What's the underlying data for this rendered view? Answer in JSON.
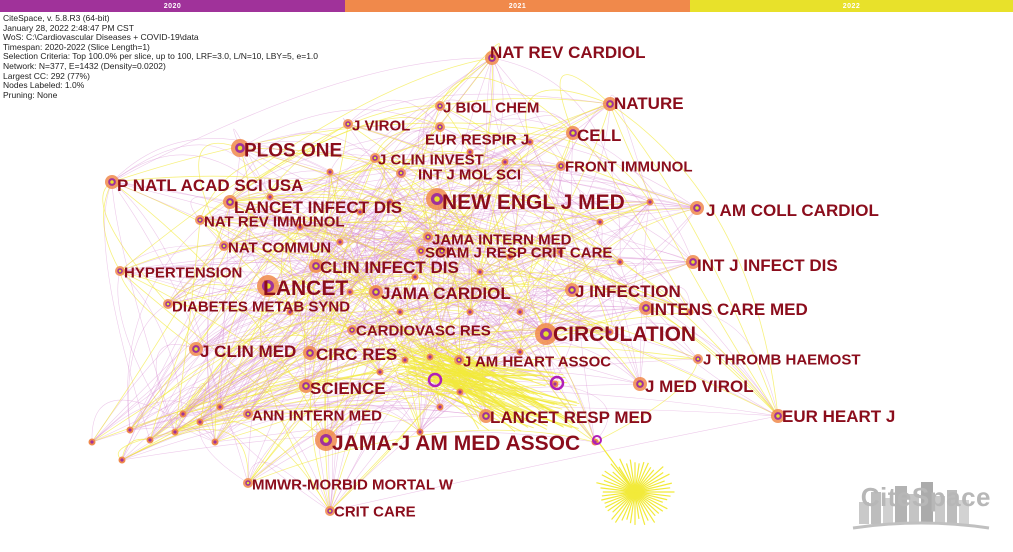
{
  "timeline": {
    "slices": [
      {
        "year": "2020",
        "color": "#a0329a"
      },
      {
        "year": "2021",
        "color": "#f0894b"
      },
      {
        "year": "2022",
        "color": "#e8e12a"
      }
    ]
  },
  "meta_lines": [
    "CiteSpace, v. 5.8.R3 (64-bit)",
    "January 28, 2022 2:48:47 PM CST",
    "WoS: C:\\Cardiovascular Diseases + COVID-19\\data",
    "Timespan: 2020-2022 (Slice Length=1)",
    "Selection Criteria: Top 100.0% per slice, up to 100, LRF=3.0, L/N=10, LBY=5, e=1.0",
    "Network: N=377, E=1432 (Density=0.0202)",
    "Largest CC: 292 (77%)",
    "Nodes Labeled: 1.0%",
    "Pruning: None"
  ],
  "logo": {
    "text": "CiteSpace"
  },
  "colors": {
    "label": "#8b0d1c",
    "edge_pink": "#d88ad0",
    "edge_yellow": "#f2ea3a",
    "node_outer": "#f0894b",
    "node_mid": "#a0329a",
    "node_inner": "#e8e12a"
  },
  "nodes": [
    {
      "label": "NAT REV CARDIOL",
      "size": "m"
    },
    {
      "label": "NATURE",
      "size": "m"
    },
    {
      "label": "J BIOL CHEM",
      "size": "s"
    },
    {
      "label": "J VIROL",
      "size": "s"
    },
    {
      "label": "EUR RESPIR J",
      "size": "s"
    },
    {
      "label": "CELL",
      "size": "m"
    },
    {
      "label": "PLOS ONE",
      "size": "l"
    },
    {
      "label": "J CLIN INVEST",
      "size": "s"
    },
    {
      "label": "INT J MOL SCI",
      "size": "s"
    },
    {
      "label": "FRONT IMMUNOL",
      "size": "s"
    },
    {
      "label": "P NATL ACAD SCI USA",
      "size": "m"
    },
    {
      "label": "NEW ENGL J MED",
      "size": "xl"
    },
    {
      "label": "LANCET INFECT DIS",
      "size": "m"
    },
    {
      "label": "J AM COLL CARDIOL",
      "size": "m"
    },
    {
      "label": "NAT REV IMMUNOL",
      "size": "s"
    },
    {
      "label": "JAMA INTERN MED",
      "size": "s"
    },
    {
      "label": "NAT COMMUN",
      "size": "s"
    },
    {
      "label": "SCI",
      "size": "s"
    },
    {
      "label": "AM J RESP CRIT CARE",
      "size": "s"
    },
    {
      "label": "INT J INFECT DIS",
      "size": "m"
    },
    {
      "label": "HYPERTENSION",
      "size": "s"
    },
    {
      "label": "CLIN INFECT DIS",
      "size": "m"
    },
    {
      "label": "LANCET",
      "size": "xl"
    },
    {
      "label": "JAMA CARDIOL",
      "size": "m"
    },
    {
      "label": "J INFECTION",
      "size": "m"
    },
    {
      "label": "DIABETES METAB SYND",
      "size": "s"
    },
    {
      "label": "INTENS CARE MED",
      "size": "m"
    },
    {
      "label": "CARDIOVASC RES",
      "size": "s"
    },
    {
      "label": "CIRCULATION",
      "size": "xl"
    },
    {
      "label": "J CLIN MED",
      "size": "m"
    },
    {
      "label": "CIRC RES",
      "size": "m"
    },
    {
      "label": "J AM HEART ASSOC",
      "size": "s"
    },
    {
      "label": "J THROMB HAEMOST",
      "size": "s"
    },
    {
      "label": "SCIENCE",
      "size": "m"
    },
    {
      "label": "J MED VIROL",
      "size": "m"
    },
    {
      "label": "ANN INTERN MED",
      "size": "s"
    },
    {
      "label": "LANCET RESP MED",
      "size": "m"
    },
    {
      "label": "EUR HEART J",
      "size": "m"
    },
    {
      "label": "JAMA-J AM MED ASSOC",
      "size": "xl"
    },
    {
      "label": "MMWR-MORBID MORTAL W",
      "size": "s"
    },
    {
      "label": "CRIT CARE",
      "size": "s"
    }
  ]
}
